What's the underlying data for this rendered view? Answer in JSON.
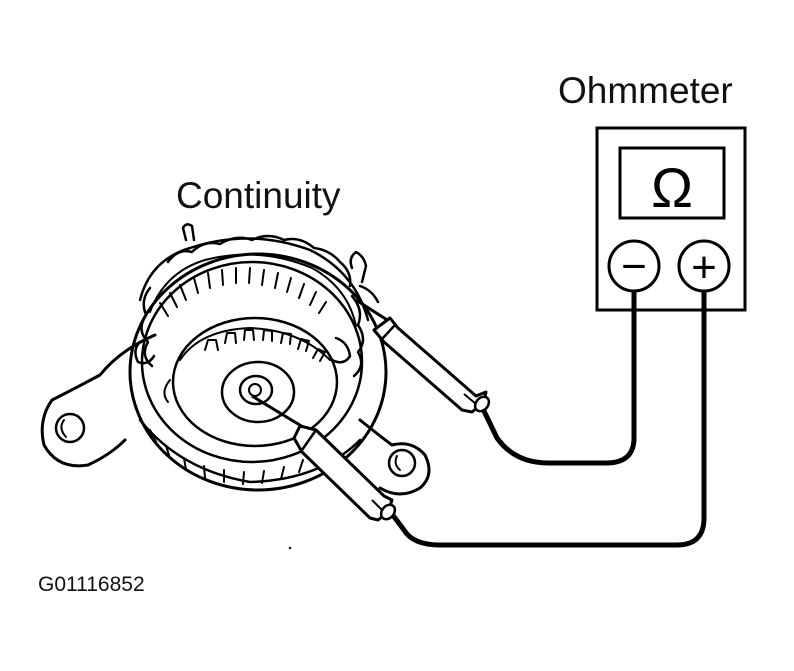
{
  "labels": {
    "meter_title": "Ohmmeter",
    "test_title": "Continuity",
    "figure_code": "G01116852"
  },
  "meter": {
    "display_symbol": "Ω",
    "negative_symbol": "−",
    "positive_symbol": "+"
  },
  "colors": {
    "ink": "#000000",
    "background": "#ffffff"
  }
}
